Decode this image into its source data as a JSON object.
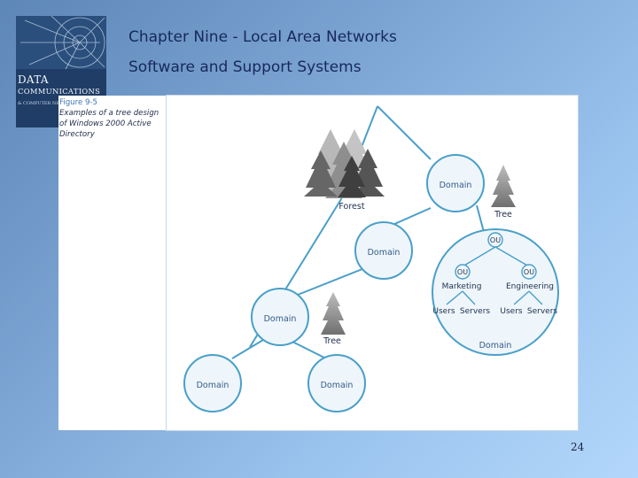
{
  "logo": {
    "title_line1": "DATA",
    "title_line2": "COMMUNICATIONS",
    "subtitle": "& COMPUTER NETWORKS"
  },
  "slide": {
    "title_line1": "Chapter Nine - Local Area Networks",
    "title_line2": "Software and Support Systems",
    "page_number": "24"
  },
  "figure": {
    "label": "Figure 9-5",
    "caption": "Examples of a tree design of Windows 2000 Active Directory",
    "forest_label": "Forest",
    "tree_label_top": "Tree",
    "tree_label_mid": "Tree",
    "domains": {
      "top": "Domain",
      "middle": "Domain",
      "lower": "Domain",
      "bottom_left": "Domain",
      "bottom_right": "Domain",
      "large": "Domain"
    },
    "ou": {
      "top": "OU",
      "left": "OU",
      "right": "OU",
      "left_label": "Marketing",
      "right_label": "Engineering"
    },
    "leaves": {
      "left_users": "Users",
      "left_servers": "Servers",
      "right_users": "Users",
      "right_servers": "Servers"
    }
  },
  "colors": {
    "accent": "#4a9fc9",
    "circle_fill": "#eef6fb",
    "title": "#17285a"
  }
}
